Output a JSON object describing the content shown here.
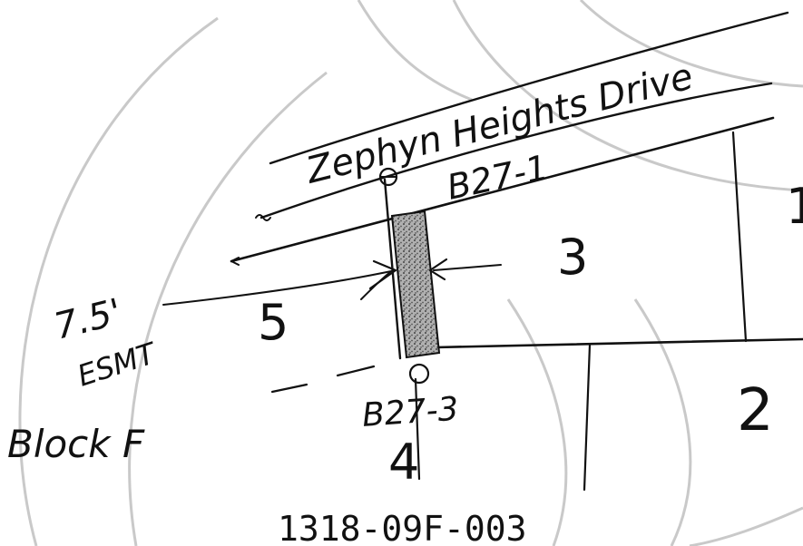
{
  "street_name": "Zephyn Heights Drive",
  "markers": {
    "top": "B27-1",
    "bottom": "B27-3"
  },
  "lots": {
    "lot_1": "1",
    "lot_2": "2",
    "lot_3": "3",
    "lot_4": "4",
    "lot_5": "5"
  },
  "easement": {
    "width": "7.5'",
    "label": "ESMT"
  },
  "block_label": "Block F",
  "parcel_id": "1318-09F-003",
  "colors": {
    "ink": "#111111",
    "watermark": "#c9c9c9",
    "easement_fill": "#8a8a8a"
  }
}
